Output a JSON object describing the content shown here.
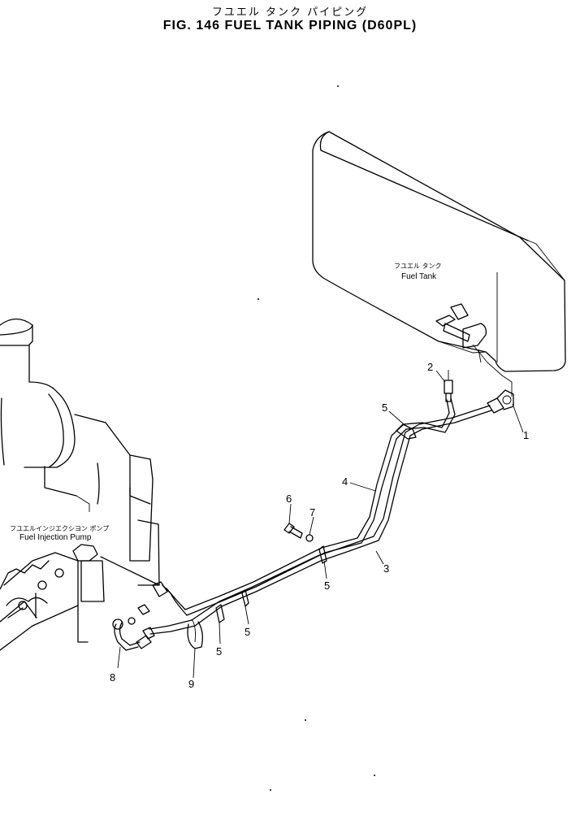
{
  "figure": {
    "title_jp": "フユエル タンク パイピング",
    "title_en": "FIG. 146  FUEL  TANK  PIPING  (D60PL)"
  },
  "labels": {
    "fuel_tank_jp": "フユエル タンク",
    "fuel_tank_en": "Fuel Tank",
    "injection_pump_jp": "フユエルインジエクシヨン ポンプ",
    "injection_pump_en": "Fuel Injection Pump"
  },
  "callouts": [
    {
      "id": "c1",
      "text": "1"
    },
    {
      "id": "c2",
      "text": "2"
    },
    {
      "id": "c3",
      "text": "3"
    },
    {
      "id": "c4",
      "text": "4"
    },
    {
      "id": "c5a",
      "text": "5"
    },
    {
      "id": "c5b",
      "text": "5"
    },
    {
      "id": "c5c",
      "text": "5"
    },
    {
      "id": "c5d",
      "text": "5"
    },
    {
      "id": "c6",
      "text": "6"
    },
    {
      "id": "c7",
      "text": "7"
    },
    {
      "id": "c8",
      "text": "8"
    },
    {
      "id": "c9",
      "text": "9"
    }
  ]
}
